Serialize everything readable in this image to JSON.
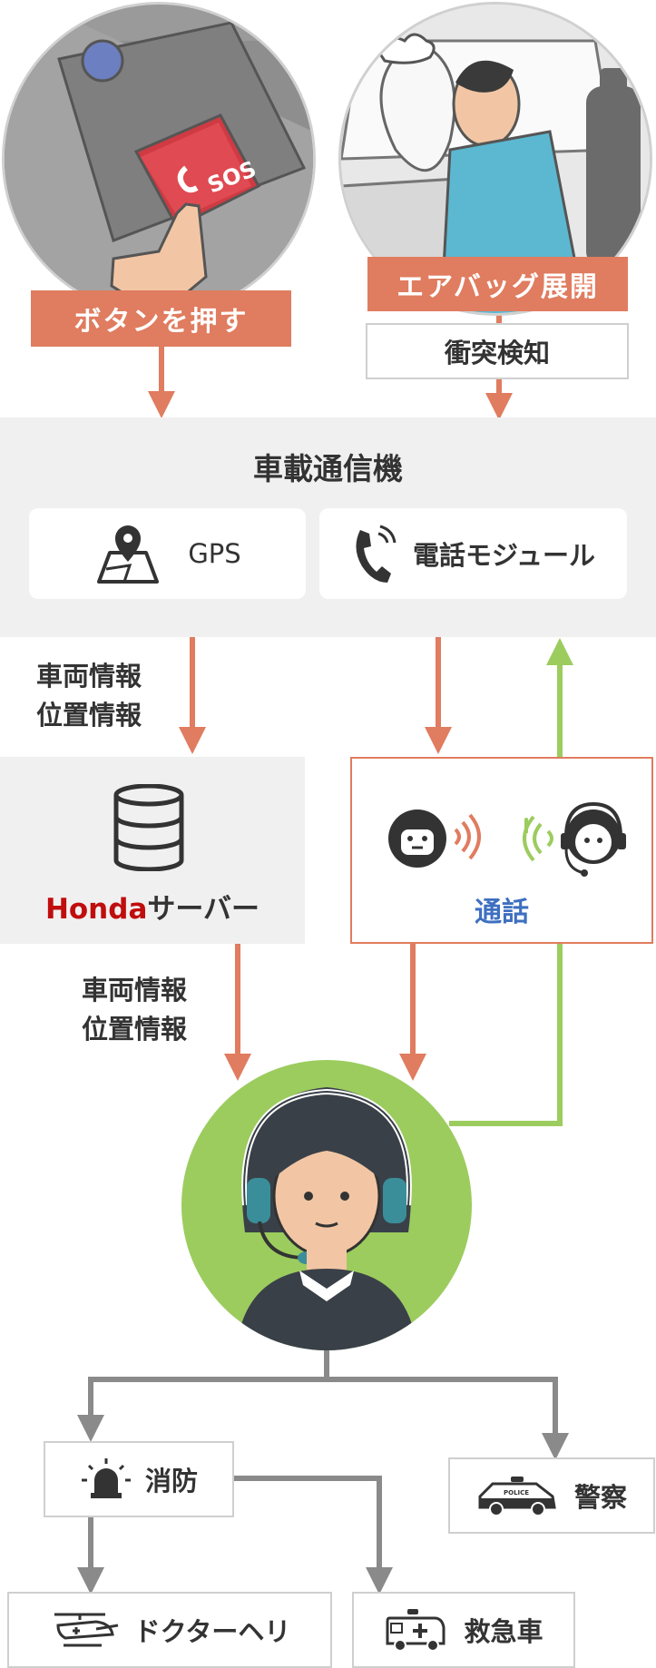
{
  "triggers": {
    "button_label": "ボタンを押す",
    "sos_text": "SOS",
    "airbag_label": "エアバッグ展開",
    "collision_label": "衝突検知"
  },
  "unit": {
    "title": "車載通信機",
    "gps_label": "GPS",
    "phone_label": "電話モジュール"
  },
  "info_left": {
    "line1": "車両情報",
    "line2": "位置情報"
  },
  "server": {
    "brand": "Honda",
    "suffix": "サーバー"
  },
  "info_bottom": {
    "line1": "車両情報",
    "line2": "位置情報"
  },
  "call": {
    "label": "通話"
  },
  "destinations": {
    "fire": "消防",
    "police": "警察",
    "police_car_text": "POLICE",
    "doctor_heli": "ドクターヘリ",
    "ambulance": "救急車"
  },
  "colors": {
    "orange": "#e07c5f",
    "green": "#9ccc5e",
    "grey_line": "#8a8a8a",
    "honda_red": "#c00d0d",
    "call_blue": "#3e6fc0",
    "panel_grey": "#f0f0f0"
  }
}
